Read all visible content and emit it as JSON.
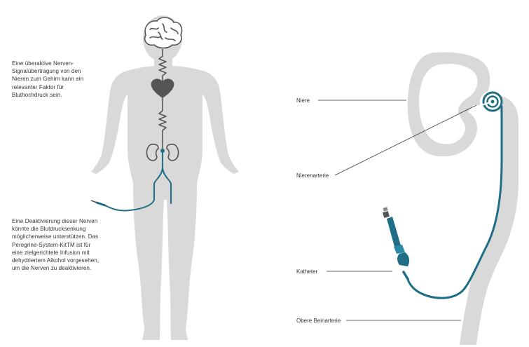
{
  "text_blocks": {
    "intro": "Eine überaktive Nerven-Signalübertragung von den Nieren zum Gehirn kann ein relevanter Faktor für Bluthochdruck sein.",
    "outro": "Eine Deaktivierung dieser Nerven könnte die Blutdrucksenkung möglicherweise unterstützen. Das Peregrine-System-KitTM ist für eine zielgerichtete Infusion mit dehydriertem Alkohol vorgesehen, um die Nerven zu deaktivieren."
  },
  "labels": {
    "niere": "Niere",
    "nierenarterie": "Nierenarterie",
    "katheter": "Katheter",
    "obere_beinarterie": "Obere Beinarterie"
  },
  "colors": {
    "body": "#d9d9d9",
    "organ": "#555555",
    "catheter": "#1f6e86",
    "kidney_artery": "#d4d4d4",
    "leader_line": "#333333"
  }
}
